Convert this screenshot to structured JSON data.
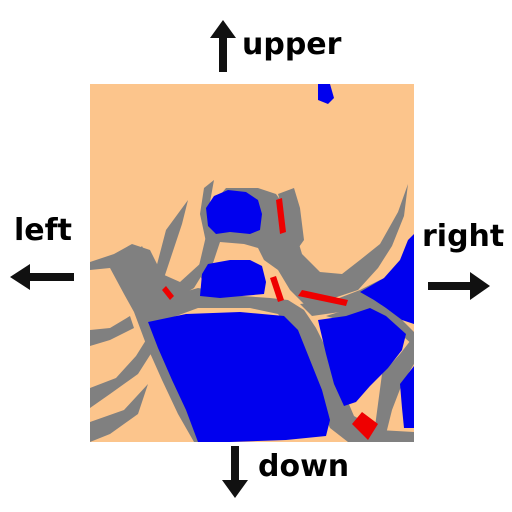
{
  "directions": {
    "upper": "upper",
    "left": "left",
    "right": "right",
    "down": "down"
  },
  "colors": {
    "land": "#fcc58c",
    "water": "#0000ee",
    "road": "#808080",
    "highlight": "#ee0000",
    "arrow": "#111111"
  },
  "icons": [
    "arrow-up-icon",
    "arrow-left-icon",
    "arrow-right-icon",
    "arrow-down-icon"
  ]
}
